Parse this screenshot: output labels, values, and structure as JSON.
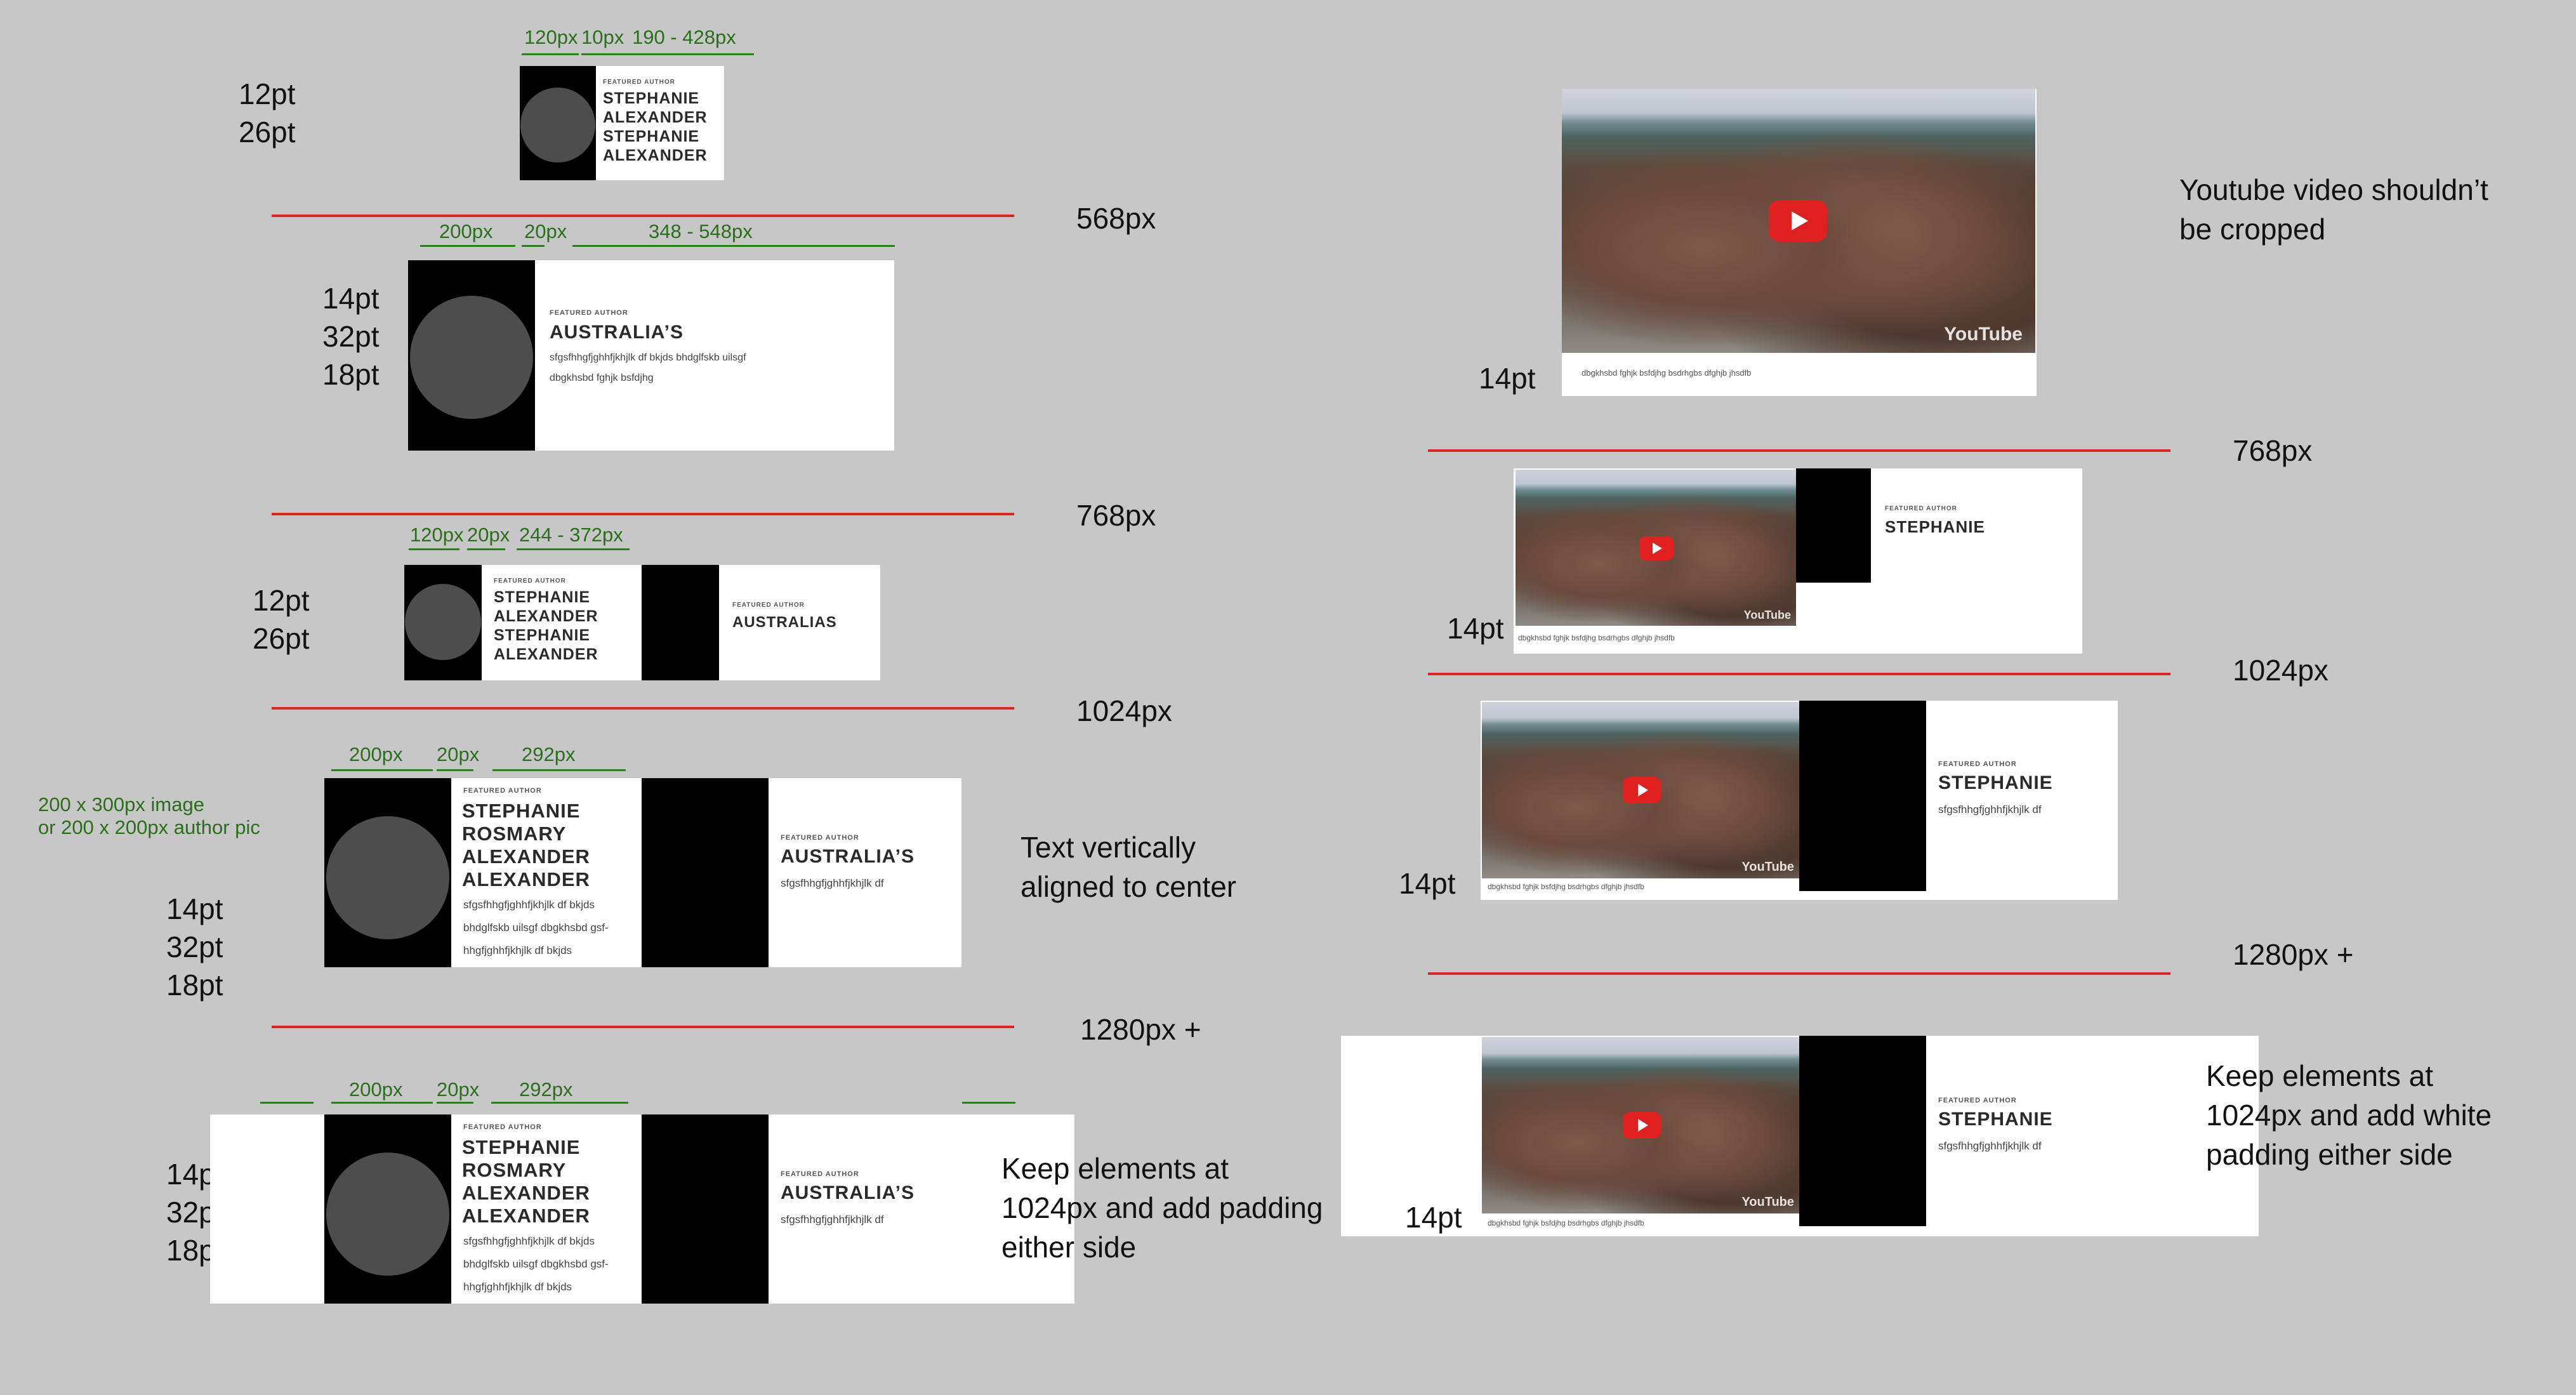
{
  "labels": {
    "featured_author": "FEATURED AUTHOR",
    "name_stephanie_alexander_x2": "STEPHANIE\nALEXANDER\nSTEPHANIE\nALEXANDER",
    "name_australias": "AUSTRALIA’S",
    "name_australias_plain": "AUSTRALIAS",
    "name_stephanie_rosmary": "STEPHANIE\nROSMARY\nALEXANDER\nALEXANDER",
    "name_stephanie": "STEPHANIE",
    "body_568": "sfgsfhhgfjghhfjkhjlk df bkjds bhdglfskb uilsgf\ndbgkhsbd fghjk bsfdjhg",
    "body_long": "sfgsfhhgfjghhfjkhjlk df bkjds\nbhdglfskb uilsgf dbgkhsbd gsf-\nhhgfjghhfjkhjlk df bkjds",
    "body_short": "sfgsfhhgfjghhfjkhjlk df",
    "video_caption": "dbgkhsbd fghjk bsfdjhg bsdrhgbs dfghjb jhsdfb",
    "youtube_logo": "YouTube"
  },
  "dims": {
    "d120": "120px",
    "d10": "10px",
    "d190_428": "190 - 428px",
    "d200": "200px",
    "d20": "20px",
    "d348_548": "348 - 548px",
    "d244_372": "244 - 372px",
    "d292": "292px"
  },
  "sizes": {
    "pt12": "12pt",
    "pt26": "26pt",
    "pt14": "14pt",
    "pt32": "32pt",
    "pt18": "18pt"
  },
  "breakpoints": {
    "b568": "568px",
    "b768": "768px",
    "b1024": "1024px",
    "b1280": "1280px +"
  },
  "notes": {
    "image_size": "200 x 300px image\nor 200 x 200px author pic",
    "vertical_center": "Text vertically\naligned to center",
    "keep_padding": "Keep elements at\n1024px and add padding\neither side",
    "youtube_not_cropped": "Youtube video shouldn’t\nbe cropped",
    "keep_white_padding": "Keep elements at\n1024px and add white\npadding either side"
  }
}
